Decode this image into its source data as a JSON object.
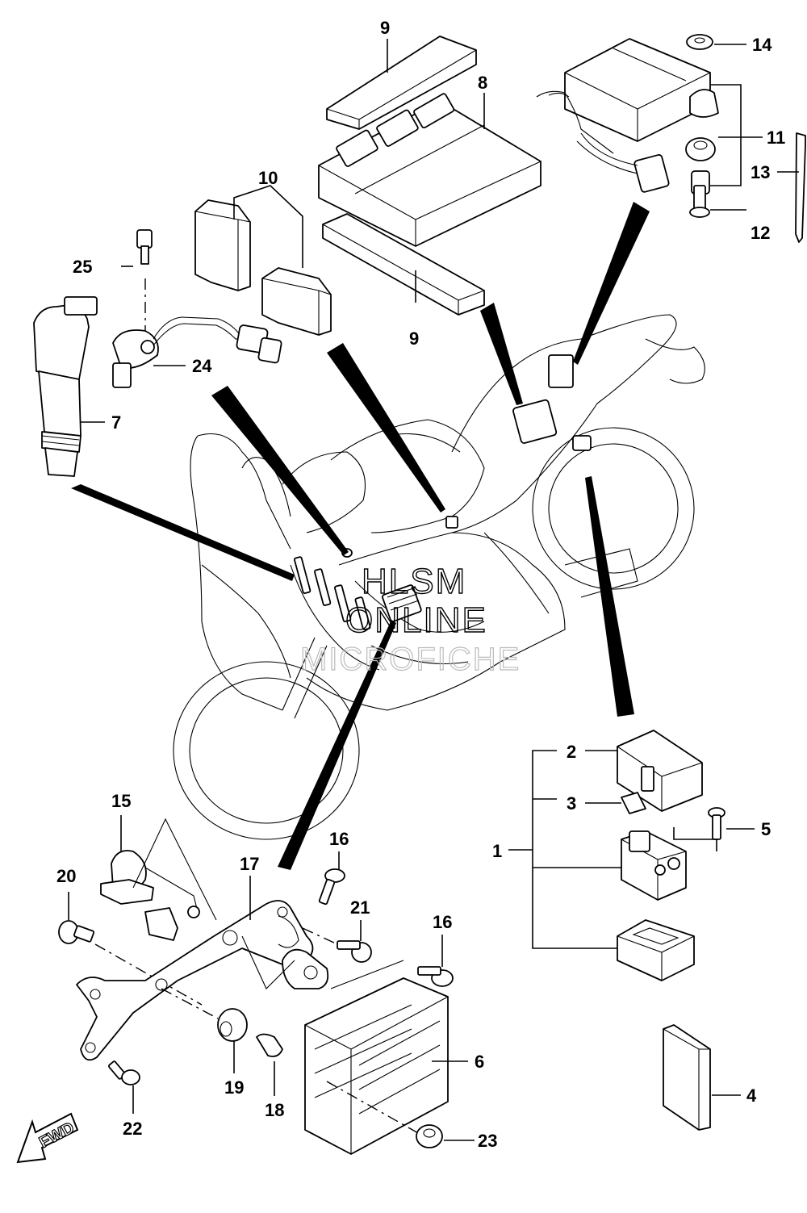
{
  "diagram": {
    "callouts": [
      {
        "id": "c1",
        "label": "1"
      },
      {
        "id": "c2",
        "label": "2"
      },
      {
        "id": "c3",
        "label": "3"
      },
      {
        "id": "c4",
        "label": "4"
      },
      {
        "id": "c5",
        "label": "5"
      },
      {
        "id": "c6",
        "label": "6"
      },
      {
        "id": "c7",
        "label": "7"
      },
      {
        "id": "c8",
        "label": "8"
      },
      {
        "id": "c9a",
        "label": "9"
      },
      {
        "id": "c9b",
        "label": "9"
      },
      {
        "id": "c10",
        "label": "10"
      },
      {
        "id": "c11",
        "label": "11"
      },
      {
        "id": "c12",
        "label": "12"
      },
      {
        "id": "c13",
        "label": "13"
      },
      {
        "id": "c14",
        "label": "14"
      },
      {
        "id": "c15",
        "label": "15"
      },
      {
        "id": "c16a",
        "label": "16"
      },
      {
        "id": "c16b",
        "label": "16"
      },
      {
        "id": "c17",
        "label": "17"
      },
      {
        "id": "c18",
        "label": "18"
      },
      {
        "id": "c19",
        "label": "19"
      },
      {
        "id": "c20",
        "label": "20"
      },
      {
        "id": "c21",
        "label": "21"
      },
      {
        "id": "c22",
        "label": "22"
      },
      {
        "id": "c23",
        "label": "23"
      },
      {
        "id": "c24",
        "label": "24"
      },
      {
        "id": "c25",
        "label": "25"
      }
    ],
    "watermark": {
      "line1": "HLSM",
      "line2": "ONLINE",
      "line3": "MICROFICHE"
    },
    "direction_badge": "FWD"
  }
}
